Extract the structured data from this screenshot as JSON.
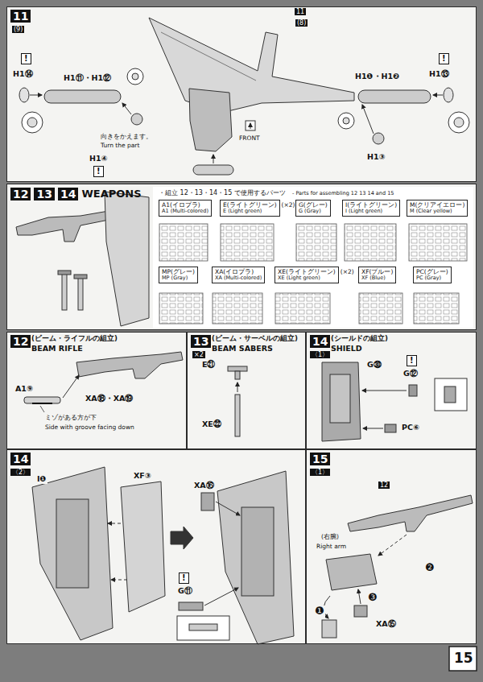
{
  "diagram": {
    "nodes": [
      {
        "text": [
          "11",
          "(9)"
        ]
      },
      {
        "text": [
          "12",
          "13",
          "14",
          "WEAPONS"
        ]
      },
      {
        "text": [
          "・組立 12・13・14・15 で使用するパーツ",
          "- Parts for assembling 12 13 14 and 15"
        ],
        "in": 1
      },
      {
        "text": [
          "A1(イロプラ)",
          "A1 (Multi-colored)"
        ],
        "in": 2
      },
      {
        "text": [
          "E(ライトグリーン)",
          "E (Light green)",
          "(×2)"
        ],
        "in": 2
      },
      {
        "text": [
          "G(グレー)",
          "G (Gray)"
        ],
        "in": 2
      },
      {
        "text": [
          "I(ライトグリーン)",
          "I (Light green)"
        ],
        "in": 2
      },
      {
        "text": [
          "M(クリアイエロー)",
          "M (Clear yellow)"
        ],
        "in": 2
      },
      {
        "text": [
          "MP(グレー)",
          "MP (Gray)"
        ],
        "in": 2
      },
      {
        "text": [
          "XA(イロプラ)",
          "XA (Multi-colored)"
        ],
        "in": 2
      },
      {
        "text": [
          "XE(ライトグリーン)",
          "XE (Light green)",
          "(×2)"
        ],
        "in": 2
      },
      {
        "text": [
          "XF(ブルー)",
          "XF (Blue)"
        ],
        "in": 2
      },
      {
        "text": [
          "PC(グレー)",
          "PC (Gray)"
        ],
        "in": 2
      },
      {
        "text": [
          "12",
          "(ビーム・ライフルの組立)",
          "BEAM RIFLE"
        ]
      },
      {
        "text": [
          "13",
          "×2",
          "(ビーム・サーベルの組立)",
          "BEAM SABERS"
        ]
      },
      {
        "text": [
          "14",
          "〈1〉",
          "(シールドの組立)",
          "SHIELD"
        ]
      },
      {
        "text": [
          "14",
          "〈2〉"
        ]
      },
      {
        "text": [
          "15",
          "〈1〉"
        ]
      }
    ],
    "labels": [
      "!",
      "H1⑭",
      "H1⑪・H1⑫",
      "向きをかえます。",
      "Turn the part",
      "H1④",
      "!",
      "11",
      "(8)",
      "FRONT",
      "!",
      "H1⑬",
      "H1❶・H1❷",
      "H1③",
      "A1⑨",
      "XA⑱・XA⑲",
      "ミゾがある方が下",
      "Side with groove facing down",
      "E㉑",
      "XE㉒",
      "G㉚",
      "!",
      "G⑫",
      "PC⑥",
      "I❶",
      "XF③",
      "XA⑯",
      "!",
      "G⑪",
      "12",
      "(右腕)",
      "Right arm",
      "❶",
      "❷",
      "❸",
      "XA⑮",
      "15"
    ]
  }
}
